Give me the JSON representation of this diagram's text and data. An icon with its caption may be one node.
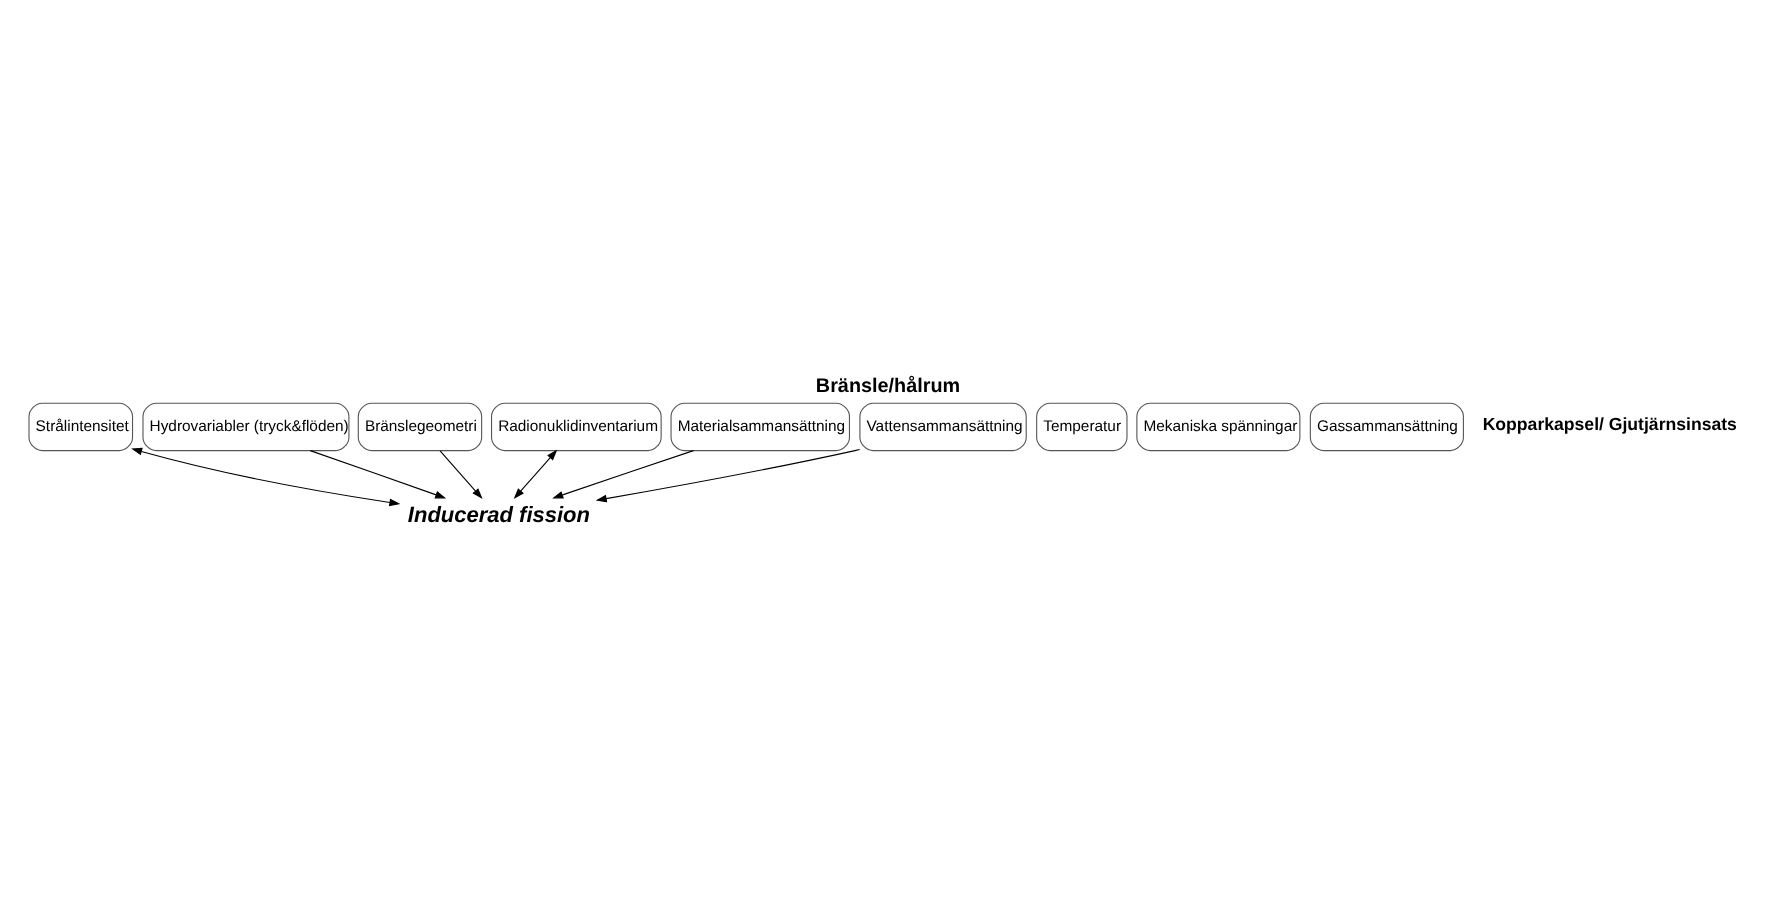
{
  "diagram": {
    "title": "Bränsle/hålrum",
    "nodes": [
      {
        "text": [
          "Strålintensitet"
        ]
      },
      {
        "text": [
          "Temperatur"
        ]
      },
      {
        "text": [
          "Hydrovariabler (tryck&flöden)"
        ]
      },
      {
        "text": [
          "Bränslegeometri"
        ]
      },
      {
        "text": [
          "Mekaniska spänningar"
        ]
      },
      {
        "text": [
          "Radionuklidinventarium"
        ]
      },
      {
        "text": [
          "Materialsammansättning"
        ]
      },
      {
        "text": [
          "Vattensammansättning"
        ]
      },
      {
        "text": [
          "Gassammansättning"
        ]
      },
      {
        "text": [
          "Inducerad fission"
        ]
      }
    ],
    "edges": [
      {
        "from": 0,
        "to": 9,
        "arrow": "both"
      },
      {
        "from": 2,
        "to": 9,
        "arrow": "to"
      },
      {
        "from": 3,
        "to": 9,
        "arrow": "to"
      },
      {
        "from": 5,
        "to": 9,
        "arrow": "both"
      },
      {
        "from": 6,
        "to": 9,
        "arrow": "to"
      },
      {
        "from": 7,
        "to": 9,
        "arrow": "to"
      }
    ],
    "labels": [
      "Kopparkapsel/ Gjutjärnsinsats"
    ]
  }
}
